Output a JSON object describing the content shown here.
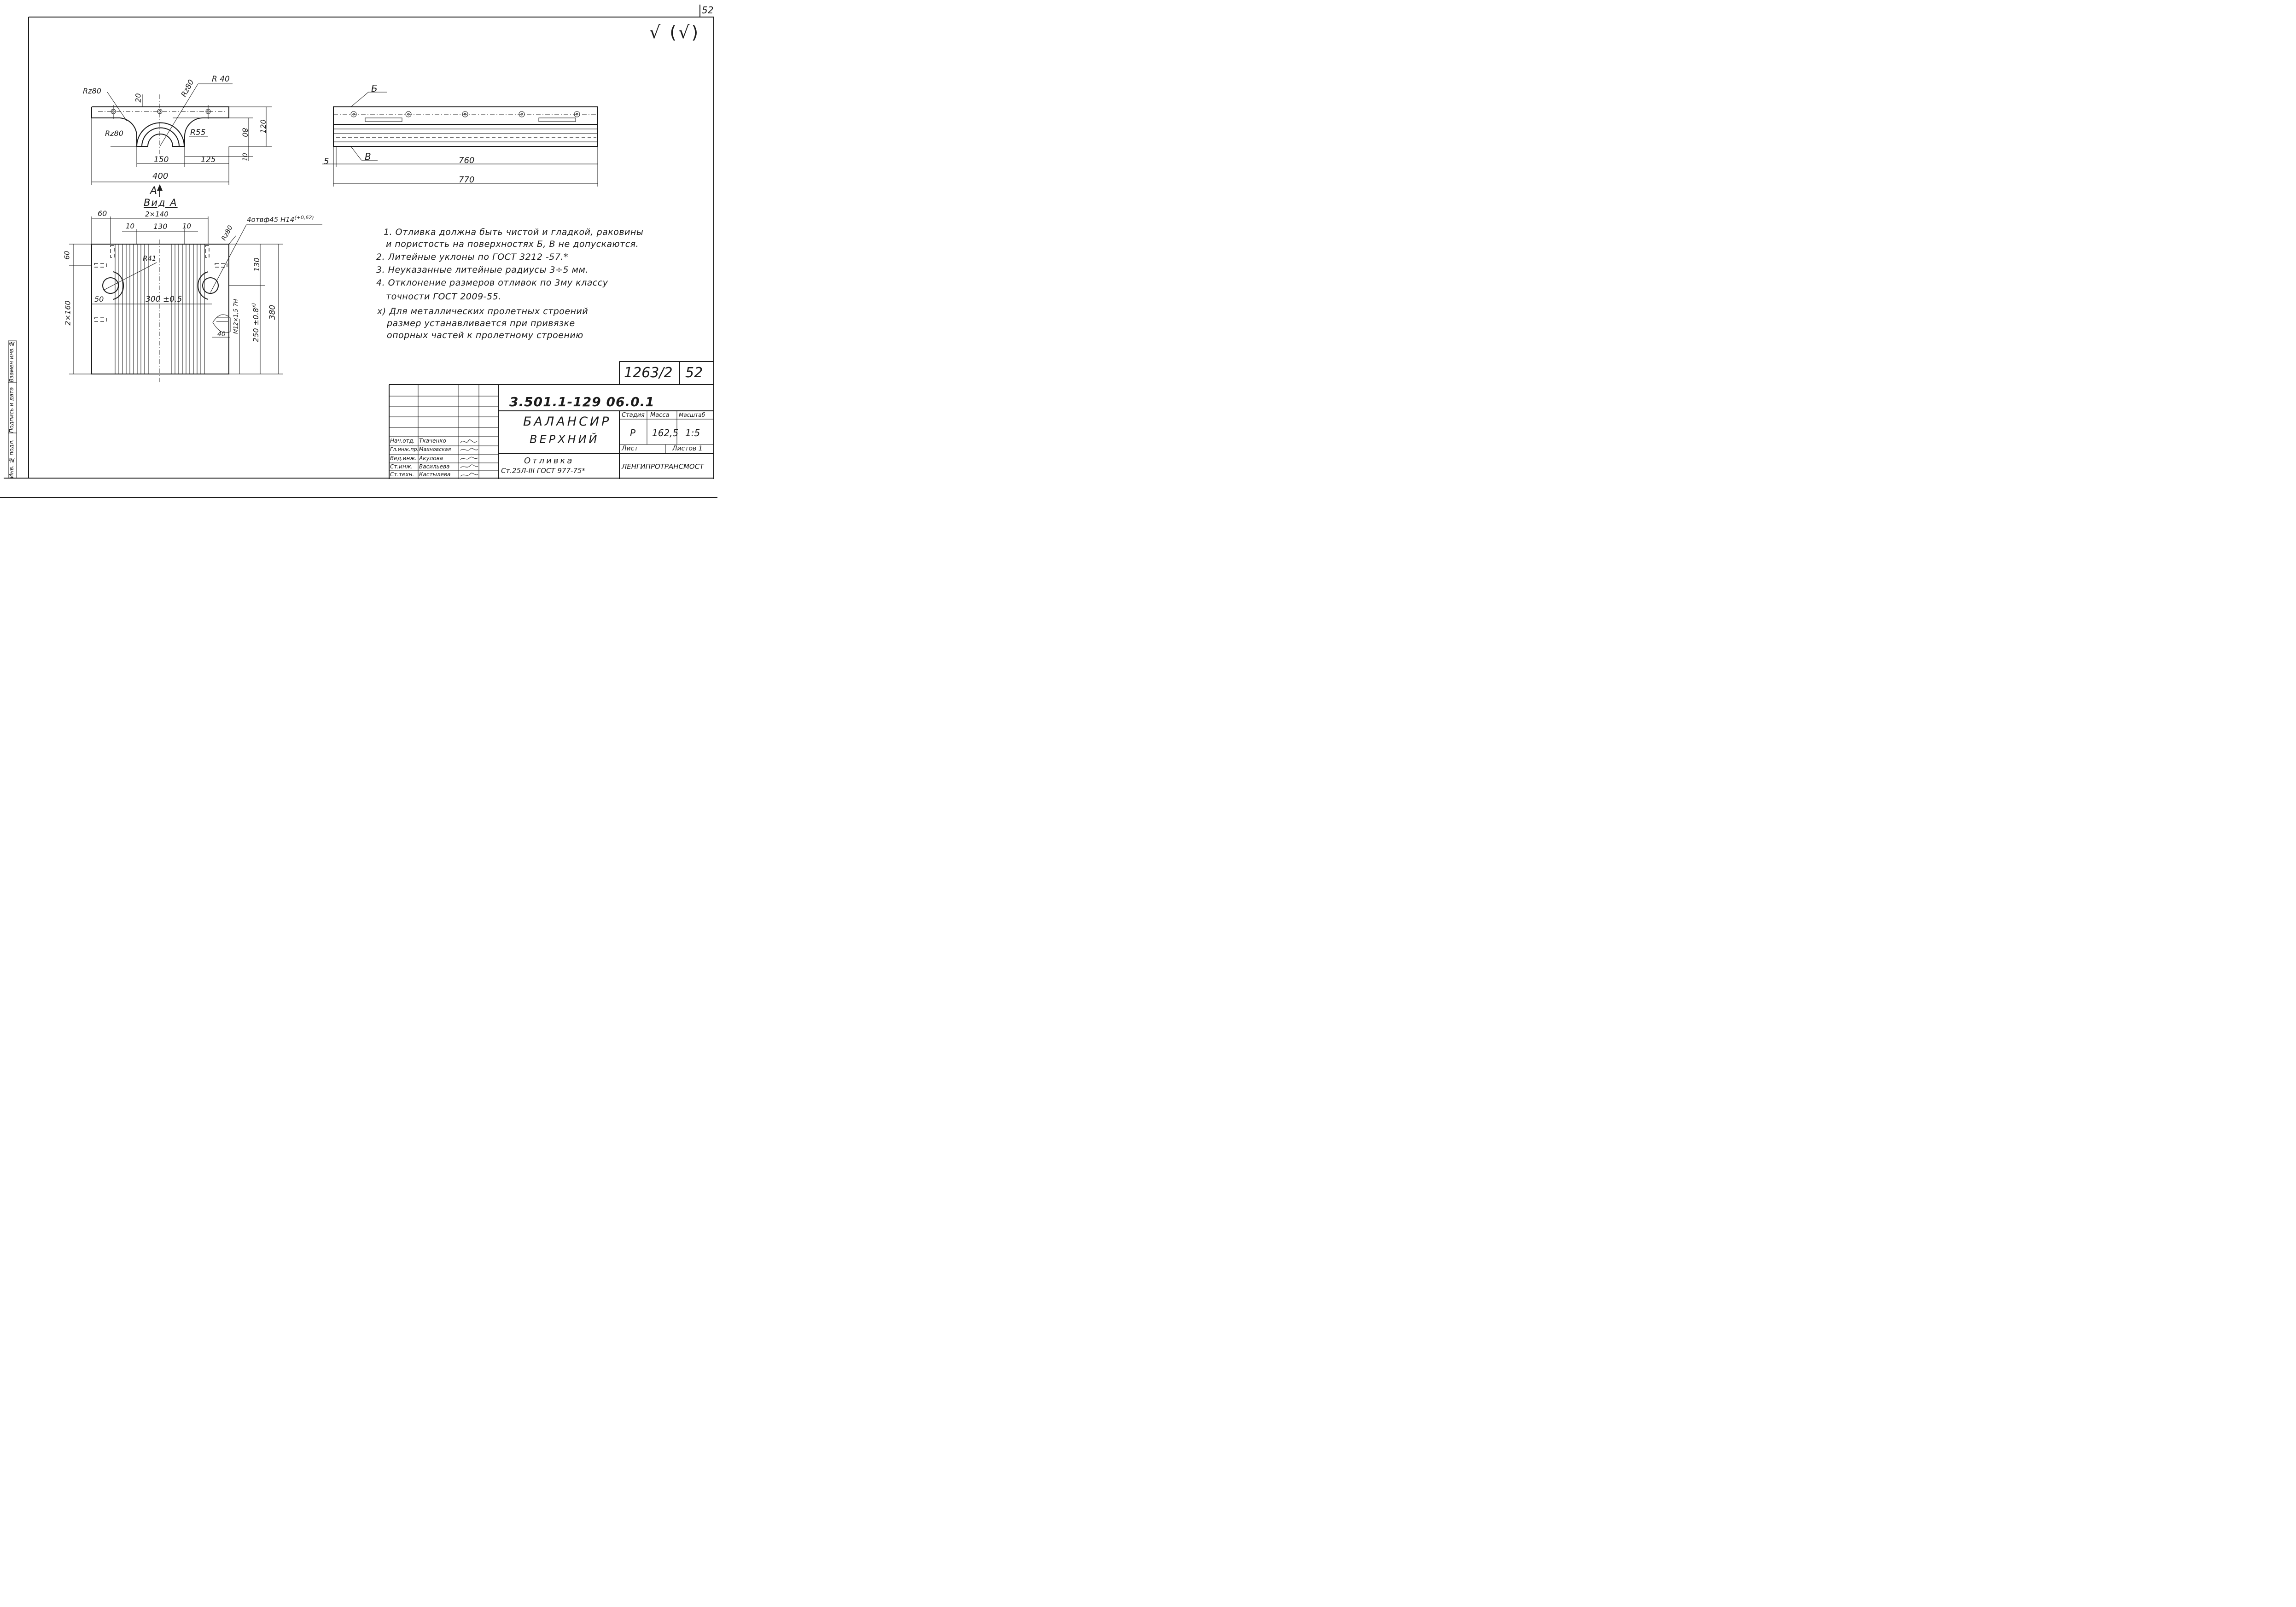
{
  "sheet": {
    "page_corner": "52",
    "roughness_symbol": "√ (√)",
    "left_strip": [
      "Инв. № подл.",
      "Подпись и дата",
      "Взамен инв.№"
    ]
  },
  "top_view": {
    "labels": {
      "rz_left": "Rz80",
      "rz_mid": "Rz80",
      "rz_low": "Rz80",
      "r40": "R 40",
      "r55": "R55",
      "d20": "20",
      "d80": "80",
      "d120": "120",
      "d10": "10",
      "d150": "150",
      "d125": "125",
      "d400": "400",
      "arrow_a": "A"
    }
  },
  "side_view": {
    "labels": {
      "b_top": "Б",
      "v_bottom": "В",
      "d5": "5",
      "d760": "760",
      "d770": "770"
    }
  },
  "view_a": {
    "title": "Вид А",
    "labels": {
      "d60_top": "60",
      "d2x140": "2×140",
      "d10_l": "10",
      "d130": "130",
      "d10_r": "10",
      "holes": "4отвф45 H14",
      "holes_tol": "(+0,62)",
      "rz80": "Rz80",
      "r41": "R41",
      "d60_side": "60",
      "d130_side": "130",
      "d50": "50",
      "d300": "300 ±0.5",
      "d2x160": "2×160",
      "thread": "M12×1,5-7H",
      "d40": "40",
      "d250": "250 ±0.8",
      "d250_note": "x)",
      "d380": "380"
    }
  },
  "notes": [
    "1.  Отливка должна быть  чистой и гладкой, раковины",
    "и пористость на поверхностях  Б, В не допускаются.",
    "2.  Литейные уклоны по  ГОСТ 3212 -57.*",
    "3.   Неуказанные  литейные радиусы 3÷5 мм.",
    "4.  Отклонение размеров  отливок по 3му классу",
    "точности  ГОСТ 2009-55.",
    "x)  Для  металлических  пролетных  строений",
    "размер  устанавливается  при привязке",
    "опорных  частей  к пролетному строению"
  ],
  "title_block": {
    "project_no": "1263/2",
    "sheet_no": "52",
    "doc_code": "3.501.1-129 06.0.1",
    "part_name_1": "Балансир",
    "part_name_2": "верхний",
    "material_1": "Отливка",
    "material_2": "Ст.25Л-III ГОСТ 977-75*",
    "stage_label": "Стадия",
    "mass_label": "Масса",
    "scale_label": "Масштаб",
    "stage": "Р",
    "mass": "162,5",
    "scale": "1:5",
    "sheet_label": "Лист",
    "sheets_label": "Листов 1",
    "organization": "ЛЕНГИПРОТРАНСМОСТ",
    "signatures": [
      {
        "role": "Нач.отд.",
        "name": "Ткаченко"
      },
      {
        "role": "Гл.инж.пр.",
        "name": "Махновская"
      },
      {
        "role": "Вед.инж.",
        "name": "Акулова"
      },
      {
        "role": "Ст.инж.",
        "name": "Васильева"
      },
      {
        "role": "Ст.техн.",
        "name": "Кастылева"
      }
    ]
  }
}
